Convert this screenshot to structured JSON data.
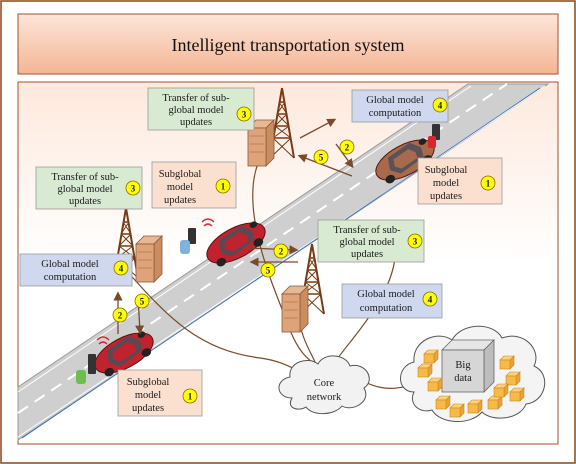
{
  "title": "Intelligent transportation system",
  "boxes": {
    "transfer_top": [
      "Transfer of sub-",
      "global model",
      "updates"
    ],
    "transfer_left": [
      "Transfer of sub-",
      "global model",
      "updates"
    ],
    "transfer_right": [
      "Transfer of sub-",
      "global model",
      "updates"
    ],
    "subglobal_top": [
      "Subglobal",
      "model",
      "updates"
    ],
    "subglobal_right": [
      "Subglobal",
      "model",
      "updates"
    ],
    "subglobal_bottom": [
      "Subglobal",
      "model",
      "updates"
    ],
    "global_top": [
      "Global model",
      "computation"
    ],
    "global_left": [
      "Global model",
      "computation"
    ],
    "global_right": [
      "Global model",
      "computation"
    ]
  },
  "steps": {
    "subglobal": "1",
    "transfer_arrow": "2",
    "transfer": "3",
    "global": "4",
    "return_arrow": "5"
  },
  "core_network": [
    "Core",
    "network"
  ],
  "big_data": [
    "Big",
    "data"
  ],
  "colors": {
    "title_fill": "#f6c9b2",
    "border": "#8b4513",
    "green_box": "#d9ead3",
    "orange_box": "#fbe0cf",
    "blue_box": "#cfd8ee",
    "badge": "#ffff00",
    "car": "#c0232d",
    "car_brown": "#a86a4a",
    "road": "#d0d0d0"
  }
}
